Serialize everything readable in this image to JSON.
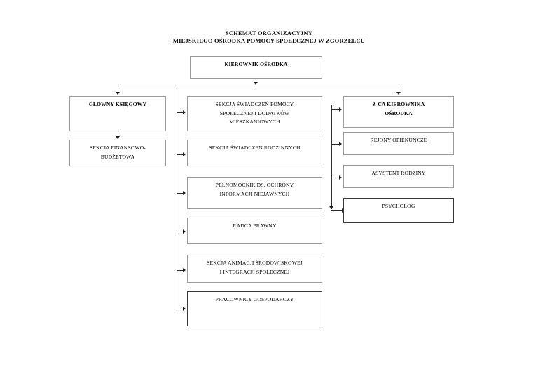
{
  "document": {
    "title_line1": "SCHEMAT ORGANIZACYJNY",
    "title_line2": "MIEJSKIEGO OŚRODKA POMOCY SPOŁECZNEJ W ZGORZELCU"
  },
  "colors": {
    "background": "#ffffff",
    "box_border": "#9a9a9a",
    "box_border_heavy": "#3a3a3a",
    "connector": "#2b2b2b",
    "text": "#000000"
  },
  "chart_data": {
    "type": "diagram",
    "title": "SCHEMAT ORGANIZACYJNY MIEJSKIEGO OŚRODKA POMOCY SPOŁECZNEJ W ZGORZELCU",
    "root": {
      "id": "kierownik",
      "label": "KIEROWNIK OŚRODKA",
      "bold": true
    },
    "columns": [
      {
        "id": "left-column",
        "head": {
          "id": "glowny-ksiegowy",
          "label": "GŁÓWNY KSIĘGOWY",
          "bold": true
        },
        "children": [
          {
            "id": "sekcja-finansowo-budzetowa",
            "label_line1": "SEKCJA FINANSOWO-",
            "label_line2": "BUDŻETOWA",
            "bold": false
          }
        ]
      },
      {
        "id": "middle-column",
        "head": null,
        "children": [
          {
            "id": "sekcja-swiadczen-pomocy",
            "label_line1": "SEKCJA ŚWIADCZEŃ POMOCY",
            "label_line2": "SPOŁECZNEJ I DODATKÓW",
            "label_line3": "MIESZKANIOWYCH",
            "bold": false
          },
          {
            "id": "sekcja-swiadczen-rodzinnych",
            "label_line1": "SEKCJA ŚWIADCZEŃ RODZINNYCH",
            "bold": false
          },
          {
            "id": "pelnomocnik-ochrony-informacji",
            "label_line1": "PEŁNOMOCNIK DS. OCHRONY",
            "label_line2": "INFORMACJI NIEJAWNYCH",
            "bold": false
          },
          {
            "id": "radca-prawny",
            "label_line1": "RADCA PRAWNY",
            "bold": false
          },
          {
            "id": "sekcja-animacji-srodowiskowej",
            "label_line1": "SEKCJA ANIMACJI ŚRODOWISKOWEJ",
            "label_line2": "I INTEGRACJI SPOŁECZNEJ",
            "bold": false
          },
          {
            "id": "pracownicy-gospodarczy",
            "label_line1": "PRACOWNICY GOSPODARCZY",
            "bold": false
          }
        ]
      },
      {
        "id": "right-column",
        "head": {
          "id": "zca-kierownika-osrodka",
          "label_line1": "Z-CA KIEROWNIKA",
          "label_line2": "OŚRODKA",
          "bold": true
        },
        "children": [
          {
            "id": "rejony-opiekuncze",
            "label_line1": "REJONY OPIEKUŃCZE",
            "bold": false
          },
          {
            "id": "asystent-rodziny",
            "label_line1": "ASYSTENT RODZINY",
            "bold": false
          },
          {
            "id": "psycholog",
            "label_line1": "PSYCHOLOG",
            "bold": false
          }
        ]
      }
    ]
  }
}
